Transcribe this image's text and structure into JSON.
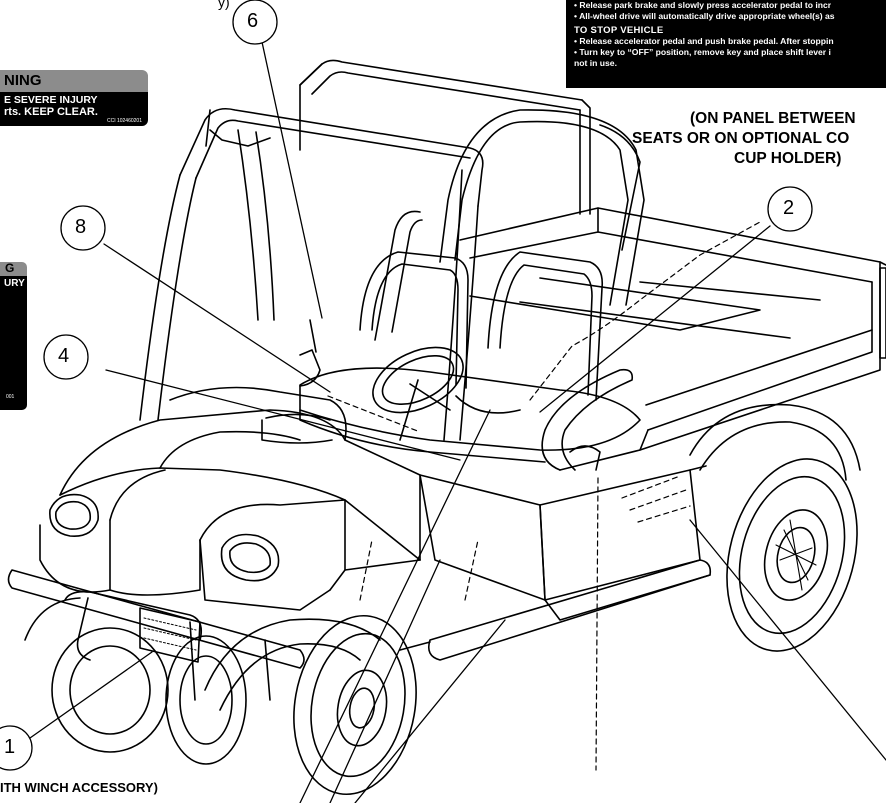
{
  "callouts": [
    "1",
    "2",
    "4",
    "6",
    "8"
  ],
  "warning_decal_1": {
    "header": "NING",
    "line1": "E SEVERE INJURY",
    "line2": "rts. KEEP CLEAR.",
    "code": "CCI 102460201"
  },
  "warning_decal_2": {
    "header": "G",
    "line1": "URY",
    "code": "001"
  },
  "instructions": {
    "line1": "• Release park brake and slowly press accelerator pedal to incr",
    "line2": "• All-wheel drive will automatically drive appropriate wheel(s) as",
    "stop_heading": "TO STOP VEHICLE",
    "line3": "• Release accelerator pedal and push brake pedal. After stoppin",
    "line4": "• Turn key to “OFF” position, remove key and place shift lever i",
    "line5": "not in use."
  },
  "placement_note": {
    "line1": "(ON PANEL BETWEEN",
    "line2": "SEATS OR ON OPTIONAL CO",
    "line3": "CUP HOLDER)"
  },
  "top_partial_text": "y)",
  "winch_note": "ITH WINCH ACCESSORY)",
  "colors": {
    "line": "#000000",
    "decal_gray": "#8c8c8c",
    "decal_dark": "#000000",
    "background": "#ffffff"
  }
}
